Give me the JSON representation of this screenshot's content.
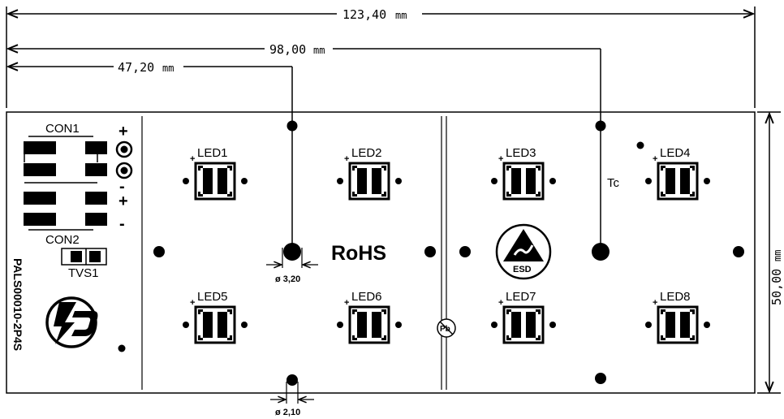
{
  "dimensions": {
    "width_overall": "123,40",
    "to_tc": "98,00",
    "to_center": "47,20",
    "height": "50,00",
    "unit": "mm",
    "hole_large": "ø 3,20",
    "hole_small": "ø 2,10"
  },
  "board": {
    "part_number": "PALS00010-2P4S",
    "rohs": "RoHS",
    "esd": "ESD",
    "tc": "Tc",
    "pb": "Pb"
  },
  "connectors": {
    "con1": "CON1",
    "con2": "CON2",
    "tvs": "TVS1",
    "plus": "+",
    "minus": "-"
  },
  "leds": [
    {
      "label": "LED1"
    },
    {
      "label": "LED2"
    },
    {
      "label": "LED3"
    },
    {
      "label": "LED4"
    },
    {
      "label": "LED5"
    },
    {
      "label": "LED6"
    },
    {
      "label": "LED7"
    },
    {
      "label": "LED8"
    }
  ],
  "colors": {
    "ink": "#000000",
    "paper": "#ffffff"
  }
}
